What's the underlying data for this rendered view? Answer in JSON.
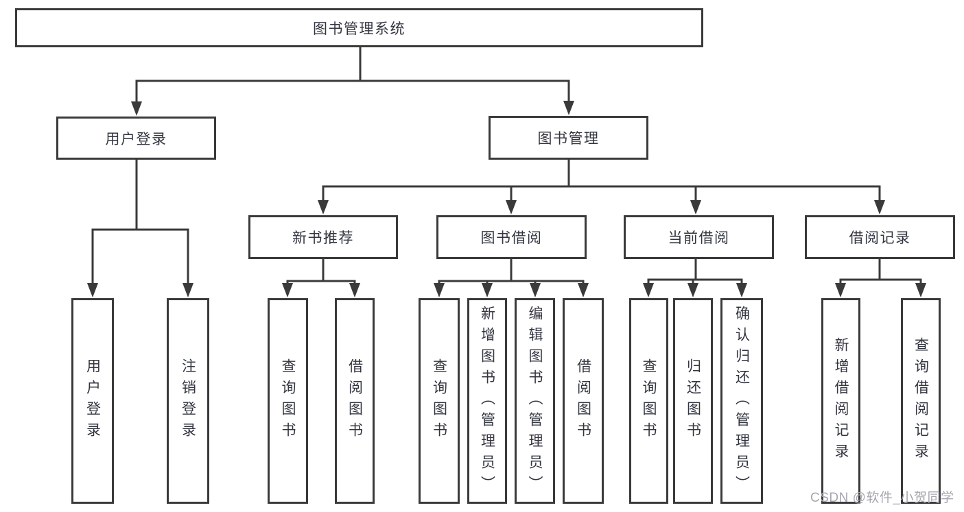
{
  "diagram": {
    "root": {
      "label": "图书管理系统"
    },
    "level2": {
      "user_login": {
        "label": "用户登录"
      },
      "book_mgmt": {
        "label": "图书管理"
      }
    },
    "level3": {
      "new_book_rec": {
        "label": "新书推荐"
      },
      "book_borrow": {
        "label": "图书借阅"
      },
      "current_borrow": {
        "label": "当前借阅"
      },
      "borrow_record": {
        "label": "借阅记录"
      }
    },
    "leaves": {
      "user_login": [
        "用户登录",
        "注销登录"
      ],
      "new_book_rec": [
        "查询图书",
        "借阅图书"
      ],
      "book_borrow": [
        "查询图书",
        "新增图书（管理员）",
        "编辑图书（管理员）",
        "借阅图书"
      ],
      "current_borrow": [
        "查询图书",
        "归还图书",
        "确认归还（管理员）"
      ],
      "borrow_record": [
        "新增借阅记录",
        "查询借阅记录"
      ]
    }
  },
  "watermark": {
    "text": "CSDN @软件_小贺同学"
  },
  "colors": {
    "line": "#3a3a3a",
    "text": "#333640",
    "watermark": "#a8a5b0",
    "background": "#ffffff"
  }
}
